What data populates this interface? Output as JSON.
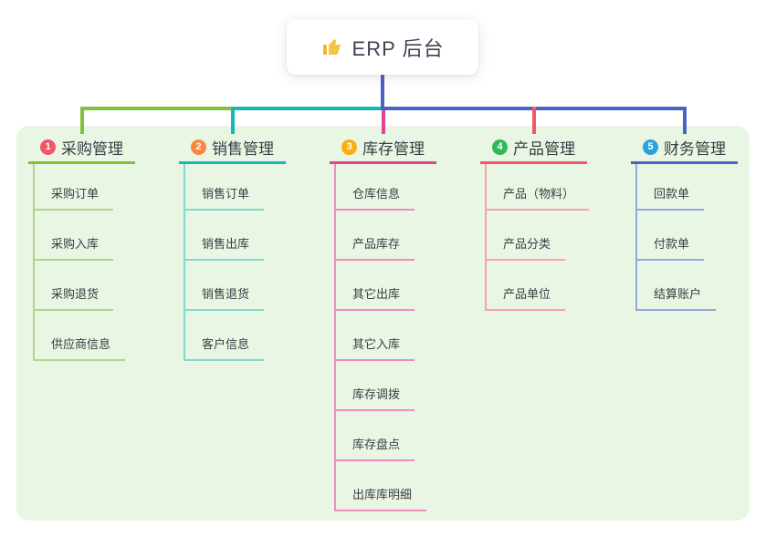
{
  "root": {
    "title": "ERP 后台",
    "icon": "thumbs-up",
    "icon_color": "#f4b72c",
    "connector_color": "#4c61c5"
  },
  "theme": {
    "canvas_bg": "#ffffff",
    "panel_bg": "#e9f6e3",
    "root_text": "#3d4454",
    "node_text": "#3a3d44"
  },
  "branches": [
    {
      "index": "1",
      "label": "采购管理",
      "badge_color": "#f25565",
      "line_color": "#82bf3f",
      "child_line_color": "#aed68a",
      "children": [
        "采购订单",
        "采购入库",
        "采购退货",
        "供应商信息"
      ]
    },
    {
      "index": "2",
      "label": "销售管理",
      "badge_color": "#f9883e",
      "line_color": "#15b8b4",
      "child_line_color": "#84d6d0",
      "children": [
        "销售订单",
        "销售出库",
        "销售退货",
        "客户信息"
      ]
    },
    {
      "index": "3",
      "label": "库存管理",
      "badge_color": "#fbad14",
      "line_color": "#de4394",
      "child_line_color": "#f08cbe",
      "children": [
        "仓库信息",
        "产品库存",
        "其它出库",
        "其它入库",
        "库存调拨",
        "库存盘点",
        "出库库明细"
      ]
    },
    {
      "index": "4",
      "label": "产品管理",
      "badge_color": "#2fb959",
      "line_color": "#f3556a",
      "child_line_color": "#f8a0ab",
      "children": [
        "产品（物料）",
        "产品分类",
        "产品单位"
      ]
    },
    {
      "index": "5",
      "label": "财务管理",
      "badge_color": "#29a3dc",
      "line_color": "#4c61c5",
      "child_line_color": "#93a6e0",
      "children": [
        "回款单",
        "付款单",
        "结算账户"
      ]
    }
  ]
}
